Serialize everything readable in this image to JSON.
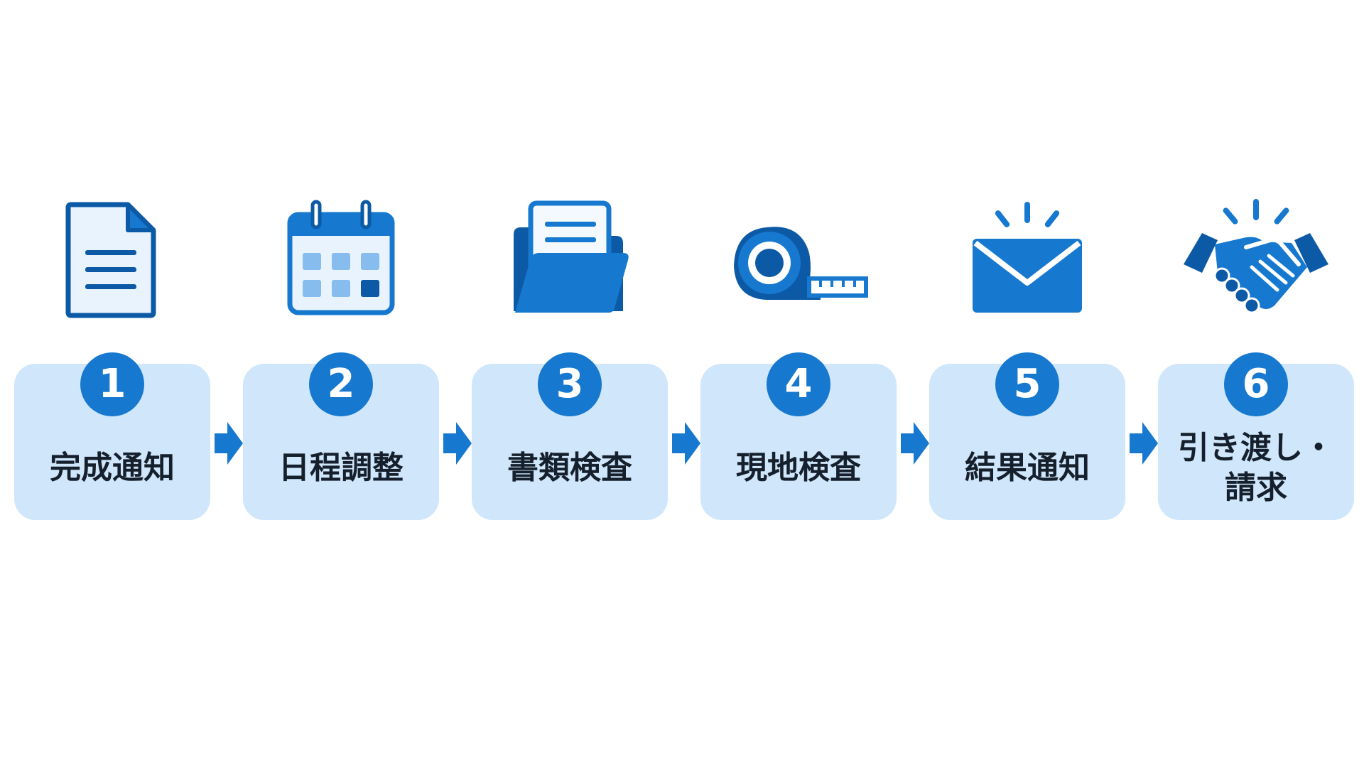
{
  "colors": {
    "primary": "#1679cf",
    "dark": "#0c5aa6",
    "card_bg": "#cfe6fb",
    "text": "#16202c"
  },
  "steps": [
    {
      "number": "1",
      "label": "完成通知",
      "icon": "document-icon"
    },
    {
      "number": "2",
      "label": "日程調整",
      "icon": "calendar-icon"
    },
    {
      "number": "3",
      "label": "書類検査",
      "icon": "folder-icon"
    },
    {
      "number": "4",
      "label": "現地検査",
      "icon": "tape-measure-icon"
    },
    {
      "number": "5",
      "label": "結果通知",
      "icon": "envelope-icon"
    },
    {
      "number": "6",
      "label": "引き渡し・\n請求",
      "icon": "handshake-icon"
    }
  ]
}
